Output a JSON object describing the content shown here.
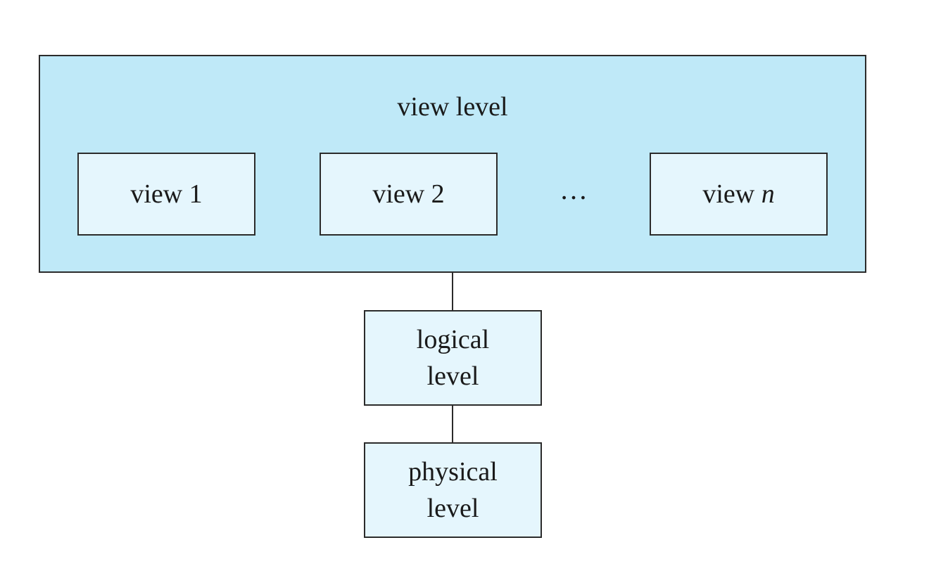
{
  "view_level": {
    "title": "view level",
    "views": [
      {
        "label": "view 1"
      },
      {
        "label": "view 2"
      },
      {
        "prefix": "view ",
        "variable": "n"
      }
    ],
    "ellipsis": "…"
  },
  "logical_level": {
    "line1": "logical",
    "line2": "level"
  },
  "physical_level": {
    "line1": "physical",
    "line2": "level"
  },
  "colors": {
    "outer_fill": "#bfe9f8",
    "inner_fill": "#e5f6fd",
    "stroke": "#2b2b2b"
  }
}
